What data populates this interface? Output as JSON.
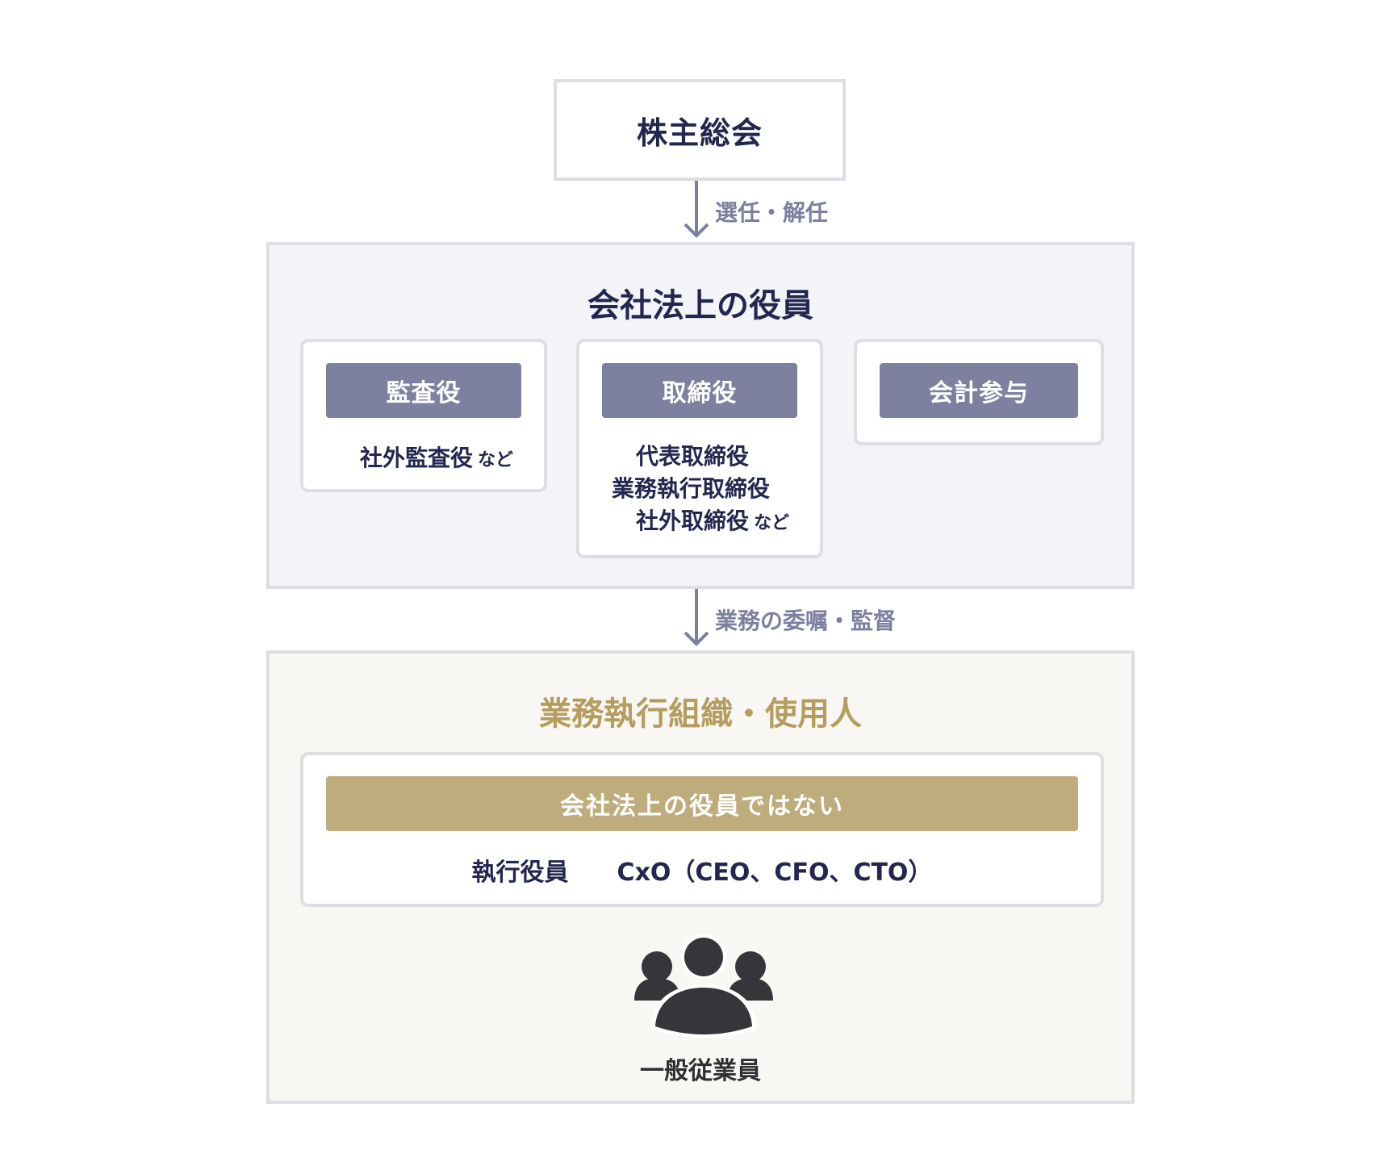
{
  "shareholders_meeting": {
    "label": "株主総会"
  },
  "arrow_1": {
    "label": "選任・解任"
  },
  "officers": {
    "title": "会社法上の役員",
    "cards": [
      {
        "header": "監査役",
        "lines": [
          "社外監査役"
        ],
        "suffix": "など"
      },
      {
        "header": "取締役",
        "lines": [
          "代表取締役",
          "業務執行取締役",
          "社外取締役"
        ],
        "suffix": "など"
      },
      {
        "header": "会計参与"
      }
    ]
  },
  "arrow_2": {
    "label": "業務の委嘱・監督"
  },
  "staff": {
    "title": "業務執行組織・使用人",
    "not_officers_header": "会社法上の役員ではない",
    "roles": [
      "執行役員",
      "CxO（CEO、CFO、CTO）"
    ],
    "employees_label": "一般従業員",
    "employees_icon": "people-group-icon"
  },
  "colors": {
    "navy_text": "#23264f",
    "officer_header": "#7e809f",
    "gold_text": "#b49d5e",
    "gold_header": "#bfac7c",
    "arrow": "#7c7f9e",
    "panel_officers": "#f3f3f8",
    "panel_staff": "#f8f7f3",
    "border": "#dedee2"
  }
}
